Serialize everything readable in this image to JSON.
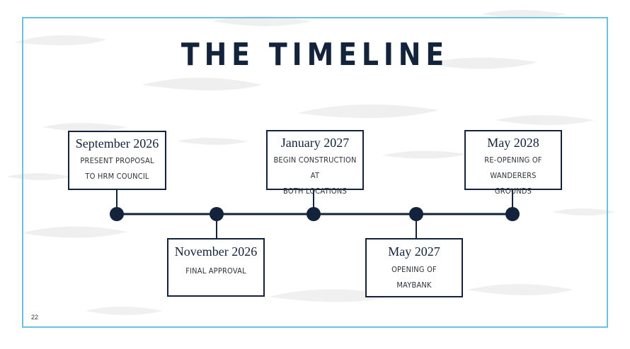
{
  "slide": {
    "title": "THE TIMELINE",
    "page_number": "22"
  },
  "colors": {
    "frame": "#6cc2de",
    "ink": "#13233b",
    "text": "#2f3338"
  },
  "milestones": [
    {
      "date": "September 2026",
      "desc_line1": "Present proposal",
      "desc_line2": "to HRM Council"
    },
    {
      "date": "November 2026",
      "desc_line1": "Final Approval",
      "desc_line2": ""
    },
    {
      "date": "January 2027",
      "desc_line1": "Begin construction at",
      "desc_line2": "both locations"
    },
    {
      "date": "May 2027",
      "desc_line1": "Opening of",
      "desc_line2": "Maybank"
    },
    {
      "date": "May 2028",
      "desc_line1": "Re-opening of",
      "desc_line2": "Wanderers Grounds"
    }
  ]
}
